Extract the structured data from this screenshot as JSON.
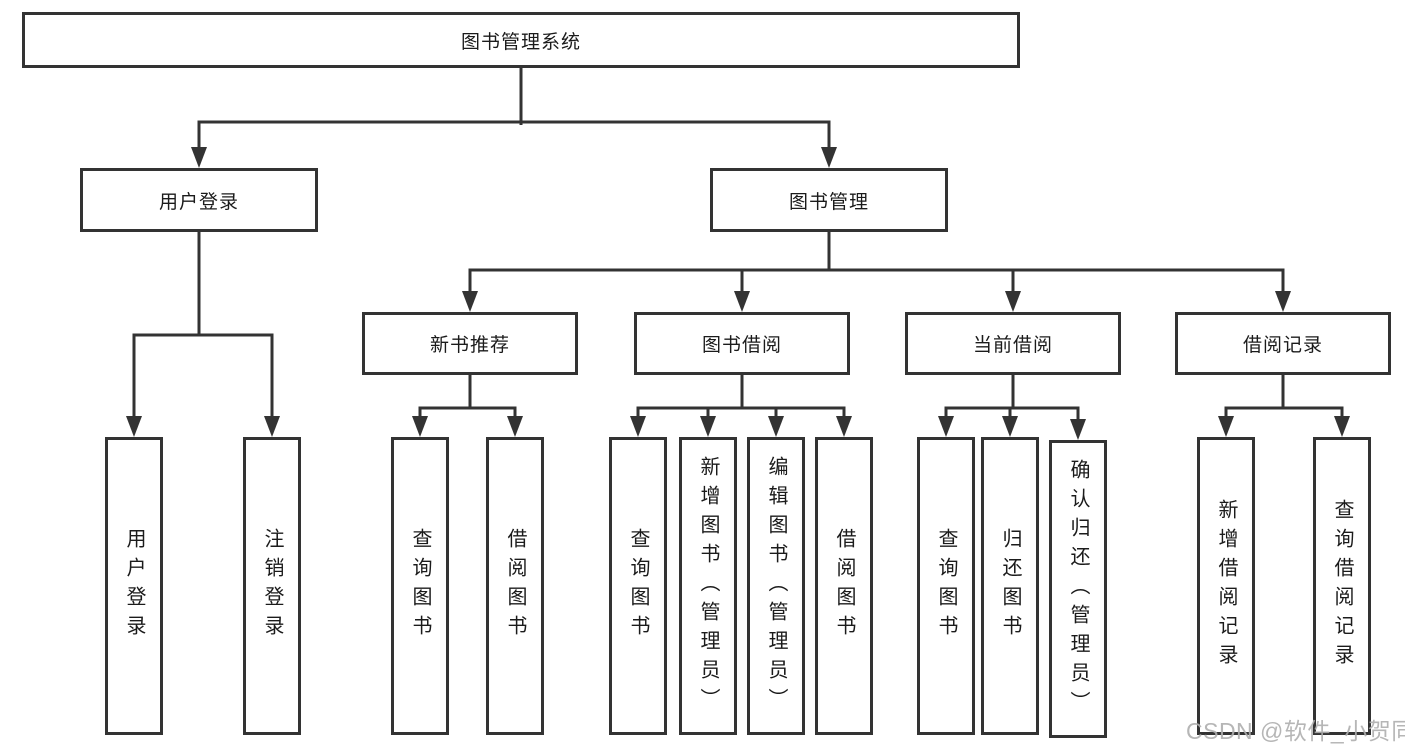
{
  "diagram": {
    "root": {
      "label": "图书管理系统"
    },
    "level2": [
      {
        "label": "用户登录"
      },
      {
        "label": "图书管理"
      }
    ],
    "level3": [
      {
        "label": "新书推荐"
      },
      {
        "label": "图书借阅"
      },
      {
        "label": "当前借阅"
      },
      {
        "label": "借阅记录"
      }
    ],
    "leaves": [
      {
        "label": "用户登录"
      },
      {
        "label": "注销登录"
      },
      {
        "label": "查询图书"
      },
      {
        "label": "借阅图书"
      },
      {
        "label": "查询图书"
      },
      {
        "label": "新增图书（管理员）"
      },
      {
        "label": "编辑图书（管理员）"
      },
      {
        "label": "借阅图书"
      },
      {
        "label": "查询图书"
      },
      {
        "label": "归还图书"
      },
      {
        "label": "确认归还（管理员）"
      },
      {
        "label": "新增借阅记录"
      },
      {
        "label": "查询借阅记录"
      }
    ],
    "watermark": {
      "text": "CSDN @软件_小贺同学"
    },
    "colors": {
      "line": "#333333",
      "text": "#1b1b1b",
      "watermark": "#afafaf",
      "background": "#ffffff"
    }
  }
}
